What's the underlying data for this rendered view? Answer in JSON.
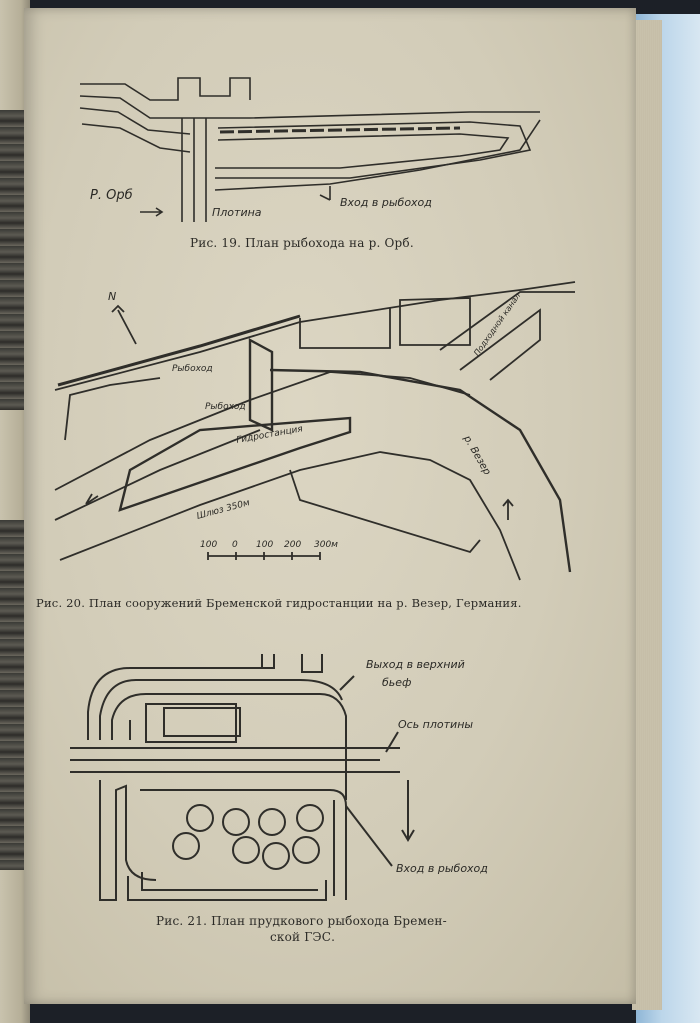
{
  "fig19": {
    "caption": "Рис. 19. План рыбохода на р. Орб.",
    "labels": {
      "river": "Р. Орб",
      "dam": "Плотина",
      "entrance": "Вход в рыбоход"
    }
  },
  "fig20": {
    "caption": "Рис. 20. План сооружений Бременской гидростанции на р. Везер, Германия.",
    "labels": {
      "north": "N",
      "fishway1": "Рыбоход",
      "fishway2": "Рыбоход",
      "powerhouse": "Гидростанция",
      "lock": "Шлюз 350м",
      "river": "р. Везер",
      "canal": "Подходной канал"
    },
    "scale_ticks": [
      "100",
      "0",
      "100",
      "200",
      "300м"
    ]
  },
  "fig21": {
    "caption_line1": "Рис. 21. План прудкового рыбохода Бремен-",
    "caption_line2": "ской ГЭС.",
    "labels": {
      "exit": "Выход в верхний",
      "exit2": "бьеф",
      "dam_axis": "Ось плотины",
      "entrance": "Вход в рыбоход"
    }
  }
}
